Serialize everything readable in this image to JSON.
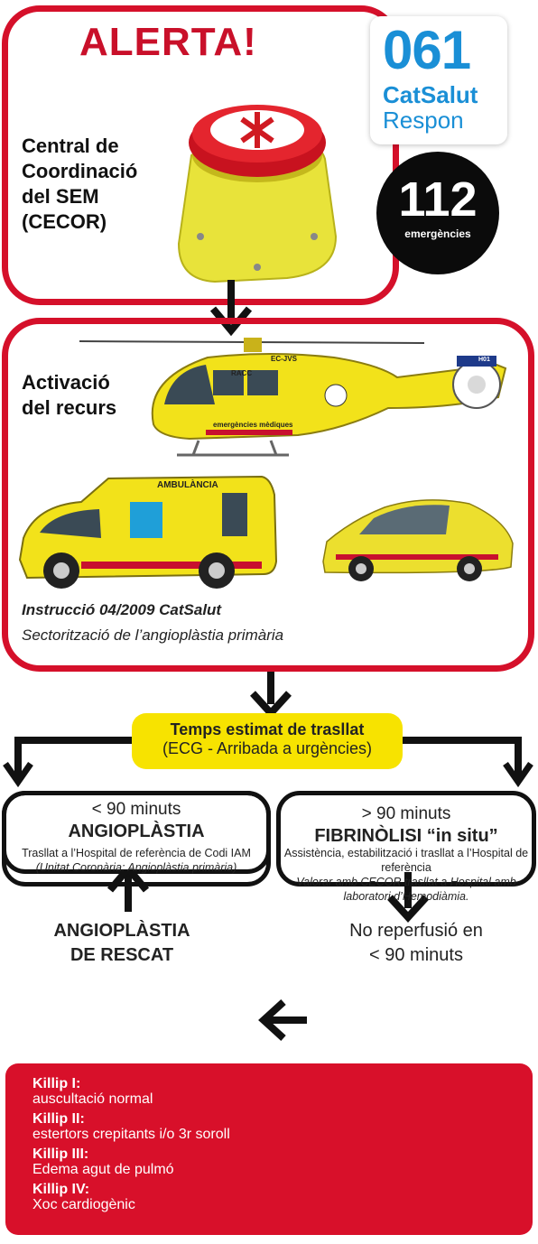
{
  "box1": {
    "alert": "ALERTA!",
    "label_lines": [
      "Central de",
      "Coordinació",
      "del SEM",
      "(CECOR)"
    ]
  },
  "logo061": {
    "number": "061",
    "brand": "CatSalut",
    "sub": "Respon"
  },
  "logo112": {
    "number": "112",
    "text": "emergències"
  },
  "box2": {
    "label_lines": [
      "Activació",
      "del recurs"
    ],
    "heli_reg": "EC-JVS",
    "heli_racc": "RACC",
    "heli_id": "H01",
    "heli_text": "emergències mèdiques",
    "ambulance_text": "AMBULÀNCIA",
    "instruction_title": "Instrucció 04/2009 CatSalut",
    "instruction_sub": "Sectorització de l’angioplàstia primària"
  },
  "yellow": {
    "title": "Temps estimat de trasllat",
    "subtitle": "(ECG - Arribada a urgències)"
  },
  "left_box": {
    "time": "< 90 minuts",
    "heading": "ANGIOPLÀSTIA",
    "text": "Trasllat a l’Hospital de referència de Codi IAM",
    "italic": "(Unitat Coronària: Angioplàstia primària)"
  },
  "right_box": {
    "time": "> 90 minuts",
    "heading": "FIBRINÒLISI “in situ”",
    "text": "Assistència, estabilització i trasllat a l’Hospital de referència",
    "italic": "Valorar amb CECOR trasllat a Hospital amb laboratori d’Hemodiàmia."
  },
  "rescat": {
    "lines": [
      "ANGIOPLÀSTIA",
      "DE RESCAT"
    ]
  },
  "noreperf": {
    "lines": [
      "No reperfusió en",
      "< 90 minuts"
    ]
  },
  "killip": [
    {
      "label": "Killip I:",
      "desc": "auscultació normal"
    },
    {
      "label": "Killip II:",
      "desc": "estertors crepitants i/o 3r soroll"
    },
    {
      "label": "Killip III:",
      "desc": "Edema agut de pulmó"
    },
    {
      "label": "Killip IV:",
      "desc": "Xoc cardiogènic"
    }
  ],
  "colors": {
    "red": "#d5102a",
    "yellow": "#f7e300",
    "vehicle_yellow": "#f2e21a",
    "blue061": "#1a8fd6"
  }
}
